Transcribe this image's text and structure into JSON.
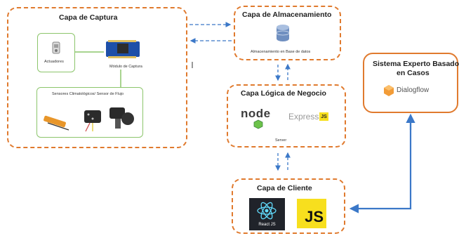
{
  "capture": {
    "title": "Capa de Captura",
    "actuators_label": "Actuadores",
    "module_label": "Módulo de Captura",
    "sensors_label": "Sensores Climatológicos/ Sensor de Flujo"
  },
  "storage": {
    "title": "Capa de Almacenamiento",
    "caption": "Almacenamiento en Base de datos"
  },
  "logic": {
    "title": "Capa Lógica de Negocio",
    "node_label": "node",
    "express_label": "Express",
    "js_badge": "JS",
    "caption": "Server"
  },
  "client": {
    "title": "Capa de Cliente",
    "react_label": "React JS",
    "js_logo": "JS"
  },
  "expert": {
    "title_line1": "Sistema Experto Basado",
    "title_line2": "en Casos",
    "dialogflow_label": "Dialogflow"
  },
  "colors": {
    "orange": "#e07a2e",
    "arrow_blue": "#3b78c8",
    "green": "#8cc56b",
    "js_yellow": "#f7df1e",
    "react_cyan": "#61dafb"
  }
}
